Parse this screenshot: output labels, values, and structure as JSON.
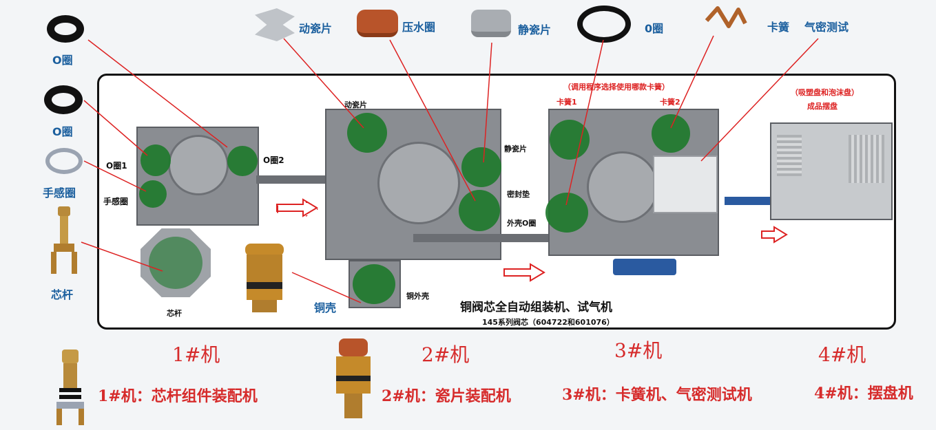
{
  "diagram": {
    "title": "铜阀芯全自动组装机、试气机",
    "subtitle": "145系列阀芯（604722和601076）",
    "parts_left": {
      "o_ring_1": "O圈",
      "o_ring_2": "O圈",
      "hand_ring": "手感圈",
      "core_rod": "芯杆"
    },
    "parts_top": {
      "moving_ceramic": "动瓷片",
      "press_ring": "压水圈",
      "static_ceramic": "静瓷片",
      "o_ring": "0圈",
      "spring": "卡簧",
      "air_test": "气密测试"
    },
    "machine1": {
      "o_ring1": "O圈1",
      "o_ring2": "O圈2",
      "hand_ring": "手感圈",
      "core_rod": "芯杆"
    },
    "machine2": {
      "moving_ceramic": "动瓷片",
      "static_ceramic": "静瓷片",
      "seal_pad": "密封垫",
      "outer_o_ring": "外壳O圈",
      "copper_shell": "铜外壳",
      "copper_label": "铜壳"
    },
    "machine3": {
      "program_note": "（调用程序选择使用哪款卡簧）",
      "spring1": "卡簧1",
      "spring2": "卡簧2"
    },
    "machine4": {
      "tray_note": "（吸塑盘和泡沫盘）",
      "product_tray": "成品摆盘"
    },
    "machine_numbers": [
      "1#机",
      "2#机",
      "3#机",
      "4#机"
    ],
    "captions": [
      "1#机：芯杆组件装配机",
      "2#机：瓷片装配机",
      "3#机：卡簧机、气密测试机",
      "4#机：摆盘机"
    ],
    "colors": {
      "label_blue": "#1b5f9e",
      "caption_red": "#d62b2b",
      "feeder_green": "#1f7a2e",
      "copper": "#c58a2a"
    }
  }
}
